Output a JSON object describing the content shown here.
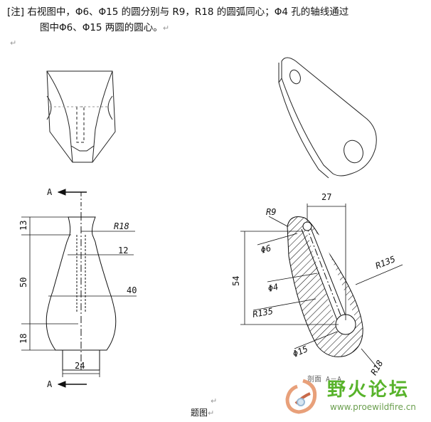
{
  "note": {
    "line1": "[注] 右视图中，Φ6、Φ15 的圆分别与 R9，R18 的圆弧同心；Φ4 孔的轴线通过",
    "line2": "图中Φ6、Φ15 两圆的圆心。",
    "para_mark": "↵"
  },
  "front_view": {
    "section_arrow_top": "A",
    "section_arrow_bottom": "A",
    "dims": {
      "r18": "R18",
      "d12": "12",
      "d40": "40",
      "d13": "13",
      "d50": "50",
      "d18": "18",
      "d24": "24"
    }
  },
  "side_view": {
    "dims": {
      "d27": "27",
      "r9": "R9",
      "phi6": "Φ6",
      "phi4": "Φ4",
      "d54": "54",
      "r135a": "R135",
      "r135b": "R135",
      "phi15": "Φ15",
      "r18": "R18",
      "section_label": "剖面  A－A"
    }
  },
  "caption": "题图",
  "watermark": {
    "title": "野火论坛",
    "url": "www.proewildfire.cn"
  }
}
